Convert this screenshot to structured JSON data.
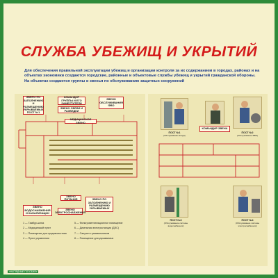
{
  "title": "СЛУЖБА УБЕЖИЩ И УКРЫТИЙ",
  "intro": {
    "p1": "Для обеспечения правильной эксплуатации убежищ и организации контроля за их содержанием в городах, районах и на объектах экономики создаются городские, районные и объектовые службы убежищ и укрытий гражданской обороны.",
    "p2": "На объектах создаются группы и звенья по обслуживанию защитных сооружений"
  },
  "left_labels": {
    "zveno_post1": "ЗВЕНО ПО ЗАПОЛНЕНИЮ И РАЗМЕЩЕНИЮ УКРЫВАЕМЫХ ПОСТ №1",
    "komandir": "КОМАНДИР ГРУППЫ И ЕГО ЗАМЕСТИТЕЛИ",
    "svyaz": "ЗВЕНО СВЯЗИ И РАЗВЕДКИ",
    "fvo": "ЗВЕНО ОБСЛУЖИВАНИЯ ФВО",
    "med": "МЕДИЦИНСКОЕ ЗВЕНО",
    "pitanie": "ЗВЕНО ПИТАНИЯ",
    "vodo": "ЗВЕНО ВОДОСНАБЖЕНИЯ И КАНАЛИЗАЦИИ",
    "elektro": "ЗВЕНО ЭЛЕКТРОСНАБЖЕНИЯ",
    "zveno_bottom": "ЗВЕНО ПО ЗАПОЛНЕНИЮ И РАЗМЕЩЕНИЮ УКРЫВАЕМЫХ"
  },
  "legend": {
    "i1": "1 — Тамбур-шлюз",
    "i2": "2 — Медицинский пункт",
    "i3": "3 — Помещение для продовольствия",
    "i4": "4 — Пункт управления",
    "i5": "5 — Фильтровентиляционное помещение",
    "i6": "6 — Дизельная электростанция (ДЭС)",
    "i7": "7 — Санузел с умывальником",
    "i8": "8 — Помещение для укрываемых"
  },
  "right": {
    "komandir_zvena": "КОМАНДИР ЗВЕНА",
    "post1": "ПОСТ №1",
    "post1_sub": "(Обслуживание входа)",
    "post2": "ПОСТ №2",
    "post2_sub": "(Обслуживание ФВО)",
    "post3": "ПОСТ №3",
    "post3_sub": "(Обслуживание системы водоснабжения)",
    "post4": "ПОСТ №4",
    "post4_sub": "(Обслуживание системы электроснабжения)"
  },
  "footer": "«НАГЛЯДНЫЕ ПОСОБИЯ»",
  "colors": {
    "frame": "#2e8b3a",
    "title": "#d41a1a",
    "intro": "#1a3a8a",
    "plan": "#c9242a"
  }
}
